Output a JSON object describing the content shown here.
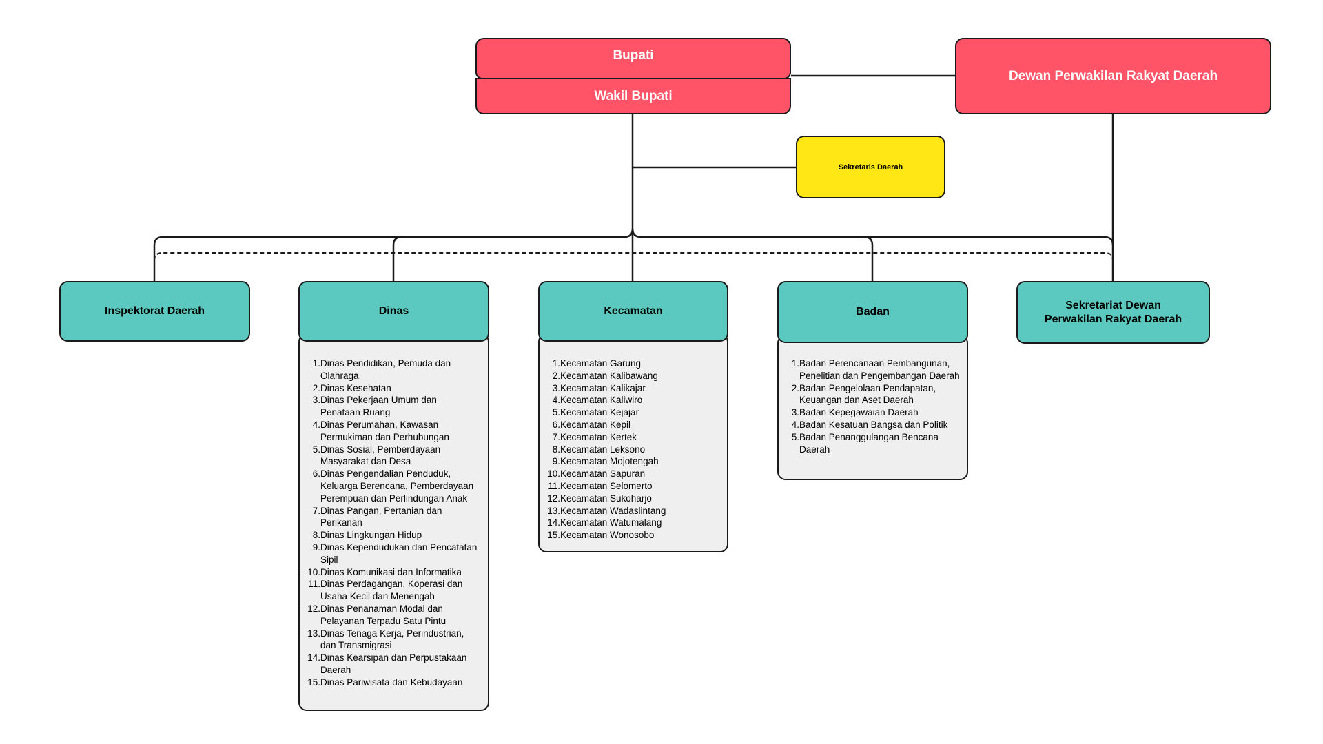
{
  "top": {
    "bupati": "Bupati",
    "wakil_bupati": "Wakil Bupati",
    "dprd": "Dewan Perwakilan Rakyat Daerah",
    "sekda": "Sekretaris Daerah"
  },
  "units": {
    "inspektorat": "Inspektorat Daerah",
    "dinas": "Dinas",
    "kecamatan": "Kecamatan",
    "badan": "Badan",
    "sekretariat_dprd": "Sekretariat Dewan Perwakilan Rakyat Daerah"
  },
  "dinas_list": [
    {
      "num": "1.",
      "text": "Dinas Pendidikan, Pemuda dan Olahraga"
    },
    {
      "num": "2.",
      "text": "Dinas Kesehatan"
    },
    {
      "num": "3.",
      "text": "Dinas Pekerjaan Umum dan Penataan Ruang"
    },
    {
      "num": "4.",
      "text": "Dinas Perumahan, Kawasan Permukiman dan Perhubungan"
    },
    {
      "num": "5.",
      "text": "Dinas Sosial, Pemberdayaan Masyarakat dan Desa"
    },
    {
      "num": "6.",
      "text": "Dinas Pengendalian Penduduk, Keluarga Berencana, Pemberdayaan Perempuan dan Perlindungan Anak"
    },
    {
      "num": "7.",
      "text": "Dinas Pangan, Pertanian dan Perikanan"
    },
    {
      "num": "8.",
      "text": "Dinas Lingkungan Hidup"
    },
    {
      "num": "9.",
      "text": "Dinas Kependudukan dan Pencatatan Sipil"
    },
    {
      "num": "10.",
      "text": "Dinas Komunikasi dan Informatika"
    },
    {
      "num": "11.",
      "text": "Dinas Perdagangan, Koperasi dan Usaha Kecil dan Menengah"
    },
    {
      "num": "12.",
      "text": "Dinas Penanaman Modal dan Pelayanan Terpadu Satu Pintu"
    },
    {
      "num": "13.",
      "text": "Dinas Tenaga Kerja, Perindustrian, dan Transmigrasi"
    },
    {
      "num": "14.",
      "text": "Dinas Kearsipan dan Perpustakaan Daerah"
    },
    {
      "num": "15.",
      "text": "Dinas Pariwisata dan Kebudayaan"
    }
  ],
  "kecamatan_list": [
    {
      "num": "1.",
      "text": "Kecamatan Garung"
    },
    {
      "num": "2.",
      "text": "Kecamatan Kalibawang"
    },
    {
      "num": "3.",
      "text": "Kecamatan Kalikajar"
    },
    {
      "num": "4.",
      "text": "Kecamatan Kaliwiro"
    },
    {
      "num": "5.",
      "text": "Kecamatan Kejajar"
    },
    {
      "num": "6.",
      "text": "Kecamatan Kepil"
    },
    {
      "num": "7.",
      "text": "Kecamatan Kertek"
    },
    {
      "num": "8.",
      "text": "Kecamatan Leksono"
    },
    {
      "num": "9.",
      "text": "Kecamatan Mojotengah"
    },
    {
      "num": "10.",
      "text": "Kecamatan Sapuran"
    },
    {
      "num": "11.",
      "text": "Kecamatan Selomerto"
    },
    {
      "num": "12.",
      "text": "Kecamatan Sukoharjo"
    },
    {
      "num": "13.",
      "text": "Kecamatan Wadaslintang"
    },
    {
      "num": "14.",
      "text": "Kecamatan Watumalang"
    },
    {
      "num": "15.",
      "text": "Kecamatan Wonosobo"
    }
  ],
  "badan_list": [
    {
      "num": "1.",
      "text": "Badan Perencanaan Pembangunan, Penelitian dan Pengembangan Daerah"
    },
    {
      "num": "2.",
      "text": "Badan Pengelolaan Pendapatan, Keuangan dan Aset Daerah"
    },
    {
      "num": "3.",
      "text": "Badan Kepegawaian Daerah"
    },
    {
      "num": "4.",
      "text": "Badan Kesatuan Bangsa dan Politik"
    },
    {
      "num": "5.",
      "text": "Badan Penanggulangan Bencana Daerah"
    }
  ],
  "colors": {
    "leadership": "#ff5468",
    "secretary": "#ffe614",
    "unit": "#5bc9bf",
    "panel": "#efefef"
  }
}
